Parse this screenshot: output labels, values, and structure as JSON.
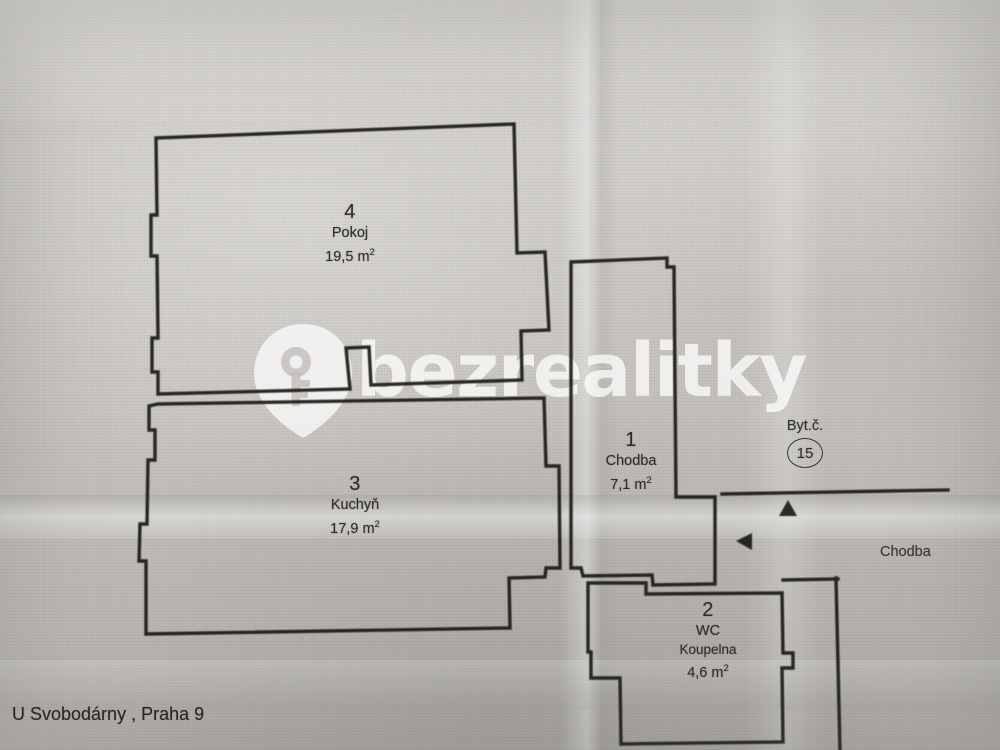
{
  "document": {
    "type": "floor-plan",
    "address": "U Svobodárny , Praha 9",
    "unit_label": "Byt.č.",
    "unit_number": "15",
    "exterior_corridor_label": "Chodba"
  },
  "watermark": {
    "text": "bezrealitky",
    "logo_icon": "map-pin-key-icon"
  },
  "rooms": [
    {
      "number": "4",
      "name": "Pokoj",
      "area": "19,5",
      "unit": "m",
      "unit_exp": "2"
    },
    {
      "number": "3",
      "name": "Kuchyň",
      "area": "17,9",
      "unit": "m",
      "unit_exp": "2"
    },
    {
      "number": "1",
      "name": "Chodba",
      "area": "7,1",
      "unit": "m",
      "unit_exp": "2"
    },
    {
      "number": "2",
      "name": "WC",
      "name2": "Koupelna",
      "area": "4,6",
      "unit": "m",
      "unit_exp": "2"
    }
  ],
  "markers": [
    {
      "icon": "arrow-up-icon",
      "name": "entry-direction-up"
    },
    {
      "icon": "arrow-left-icon",
      "name": "entry-direction-left"
    }
  ],
  "colors": {
    "paper": "#c8c5c1",
    "ink": "#1d1c1b",
    "text": "#2f2d2b",
    "watermark": "#ffffff"
  }
}
